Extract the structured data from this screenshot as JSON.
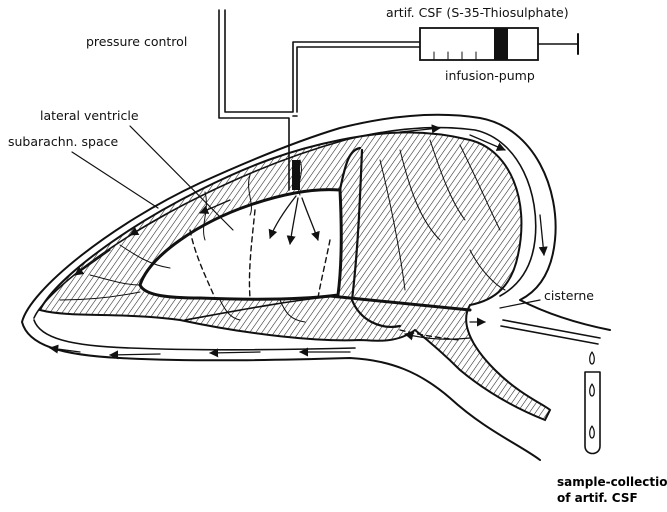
{
  "labels": {
    "syringe_content": "artif. CSF (S-35-Thiosulphate)",
    "pump": "infusion-pump",
    "pressure": "pressure control",
    "ventricle": "lateral ventricle",
    "subarachnoid": "subarachn. space",
    "cisterne": "cisterne",
    "collection_line1": "sample-collection",
    "collection_line2": "of artif. CSF"
  },
  "colors": {
    "ink": "#111111",
    "hatch": "#222222",
    "paper": "#ffffff"
  }
}
